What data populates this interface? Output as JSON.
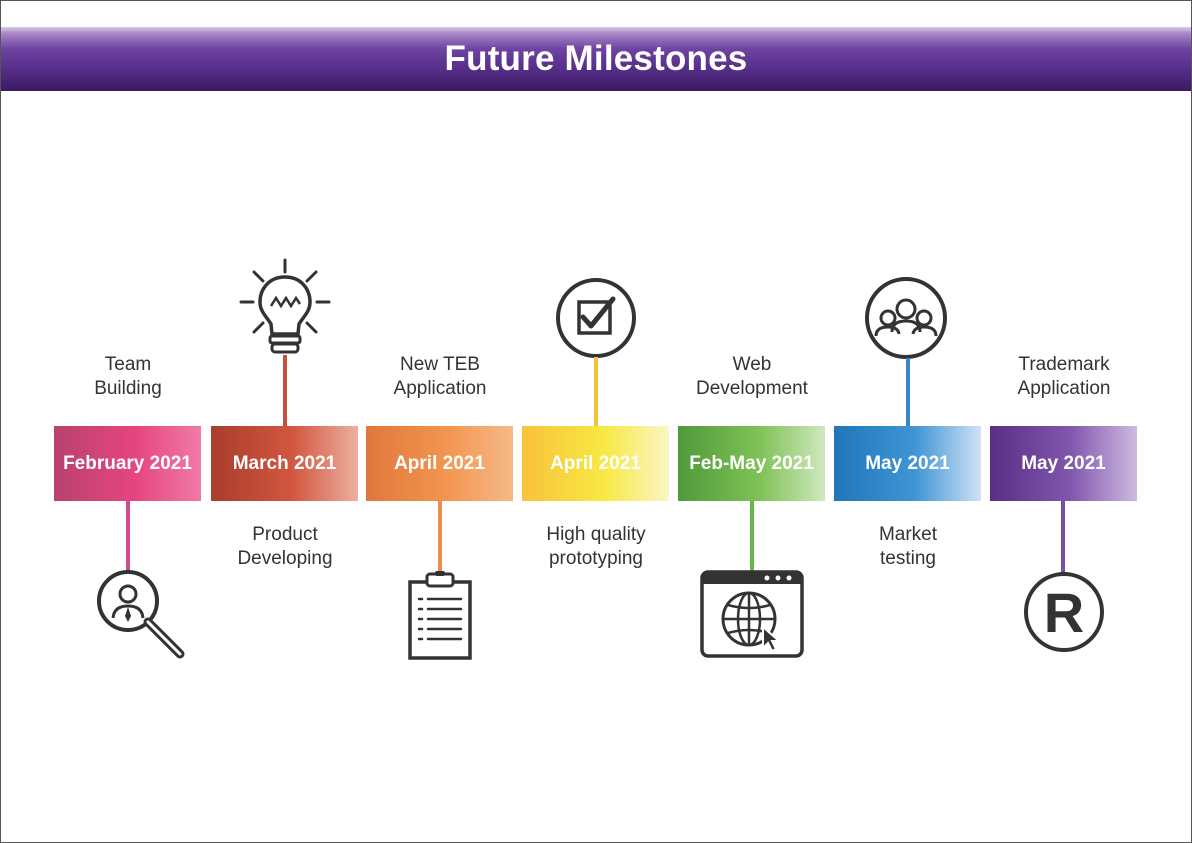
{
  "title": "Future Milestones",
  "milestones": [
    {
      "date": "February 2021",
      "label_lines": [
        "Team",
        "Building"
      ],
      "icon": "magnifier-person-icon",
      "accent": "#d44a8f",
      "gradient": [
        "#b8426f",
        "#e6457f",
        "#f07aa7"
      ]
    },
    {
      "date": "March 2021",
      "label_lines": [
        "Product",
        "Developing"
      ],
      "icon": "lightbulb-icon",
      "accent": "#c9503d",
      "gradient": [
        "#a93e2c",
        "#d2563f",
        "#ecb0a0"
      ]
    },
    {
      "date": "April 2021",
      "label_lines": [
        "New TEB",
        "Application"
      ],
      "icon": "clipboard-icon",
      "accent": "#ef8e4a",
      "gradient": [
        "#e0773c",
        "#f29650",
        "#f6b987"
      ]
    },
    {
      "date": "April 2021",
      "label_lines": [
        "High quality",
        "prototyping"
      ],
      "icon": "checkbox-icon",
      "accent": "#f4c23c",
      "gradient": [
        "#f9c23c",
        "#f7e843",
        "#fbf6c4"
      ]
    },
    {
      "date": "Feb-May 2021",
      "label_lines": [
        "Web",
        "Development"
      ],
      "icon": "web-browser-globe-icon",
      "accent": "#68b548",
      "gradient": [
        "#4f9a3b",
        "#7fc156",
        "#cfe8bf"
      ]
    },
    {
      "date": "May 2021",
      "label_lines": [
        "Market",
        "testing"
      ],
      "icon": "team-group-icon",
      "accent": "#3b86c6",
      "gradient": [
        "#1f76b9",
        "#3f95d4",
        "#cfe2f4"
      ]
    },
    {
      "date": "May 2021",
      "label_lines": [
        "Trademark",
        "Application"
      ],
      "icon": "registered-trademark-icon",
      "icon_text": "R",
      "accent": "#7a4ea3",
      "gradient": [
        "#5a2e86",
        "#8157ad",
        "#cdbbe0"
      ]
    }
  ]
}
